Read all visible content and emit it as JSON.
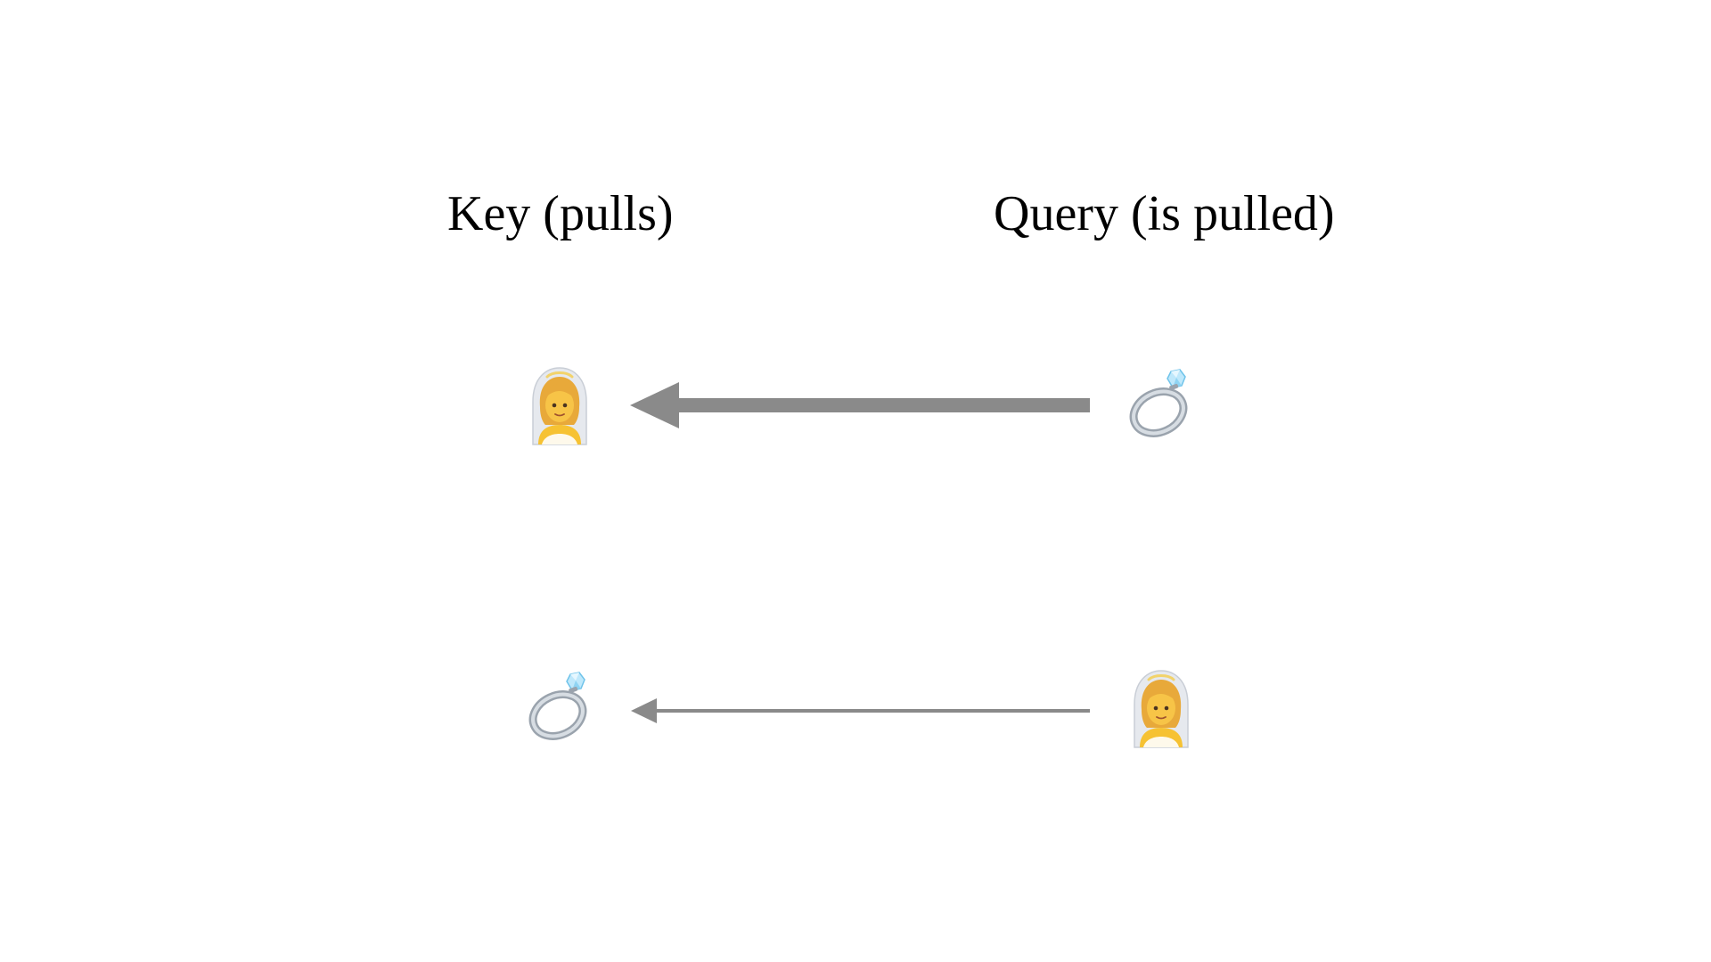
{
  "headers": {
    "key": "Key (pulls)",
    "query": "Query (is pulled)"
  },
  "rows": [
    {
      "key_icon": "bride-with-veil-icon",
      "query_icon": "ring-icon",
      "arrow_weight": "thick"
    },
    {
      "key_icon": "ring-icon",
      "query_icon": "bride-with-veil-icon",
      "arrow_weight": "thin"
    }
  ],
  "colors": {
    "arrow": "#8a8a8a",
    "text": "#000000",
    "background": "#ffffff"
  }
}
